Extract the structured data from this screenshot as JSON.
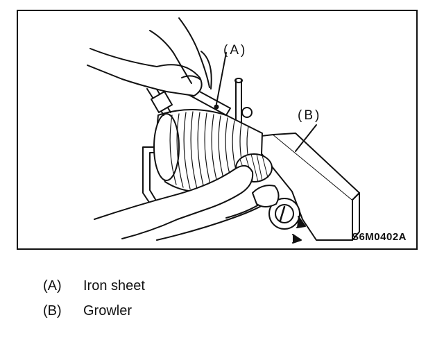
{
  "figure": {
    "callout_a": "(A)",
    "callout_b": "(B)",
    "code": "S6M0402A"
  },
  "legend": {
    "items": [
      {
        "key": "(A)",
        "label": "Iron sheet"
      },
      {
        "key": "(B)",
        "label": "Growler"
      }
    ]
  },
  "colors": {
    "line": "#111111",
    "background": "#ffffff"
  }
}
